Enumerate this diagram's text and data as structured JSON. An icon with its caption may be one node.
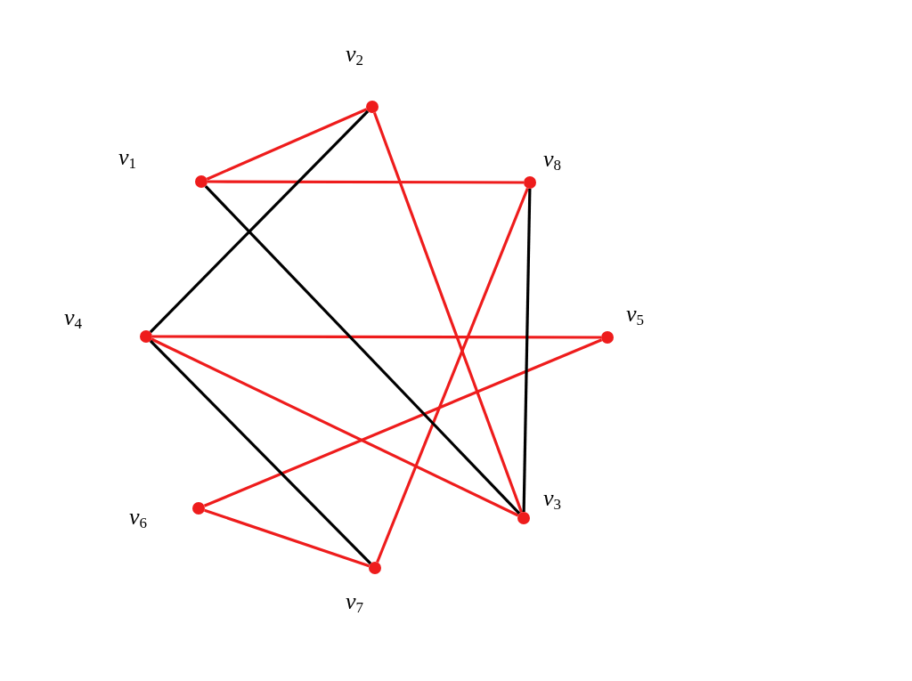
{
  "diagram": {
    "nodes": [
      {
        "text": [],
        "shape": "circle",
        "beside": [
          "*v*$_{2}$"
        ]
      },
      {
        "text": [],
        "shape": "circle",
        "beside": [
          "*v*$_{1}$"
        ]
      },
      {
        "text": [],
        "shape": "circle",
        "beside": [
          "*v*$_{8}$"
        ]
      },
      {
        "text": [],
        "shape": "circle",
        "beside": [
          "*v*$_{4}$"
        ]
      },
      {
        "text": [],
        "shape": "circle",
        "beside": [
          "*v*$_{5}$"
        ]
      },
      {
        "text": [],
        "shape": "circle",
        "beside": [
          "*v*$_{6}$"
        ]
      },
      {
        "text": [],
        "shape": "circle",
        "beside": [
          "*v*$_{3}$"
        ]
      },
      {
        "text": [],
        "shape": "circle",
        "beside": [
          "*v*$_{7}$"
        ]
      }
    ],
    "edges": [
      {
        "from": 1,
        "to": 0,
        "arrow": "none"
      },
      {
        "from": 1,
        "to": 2,
        "arrow": "none"
      },
      {
        "from": 0,
        "to": 6,
        "arrow": "none"
      },
      {
        "from": 2,
        "to": 7,
        "arrow": "none"
      },
      {
        "from": 3,
        "to": 4,
        "arrow": "none"
      },
      {
        "from": 3,
        "to": 6,
        "arrow": "none"
      },
      {
        "from": 4,
        "to": 5,
        "arrow": "none"
      },
      {
        "from": 5,
        "to": 7,
        "arrow": "none"
      },
      {
        "from": 0,
        "to": 3,
        "arrow": "none",
        "color": "#000000"
      },
      {
        "from": 1,
        "to": 6,
        "arrow": "none",
        "color": "#000000"
      },
      {
        "from": 2,
        "to": 6,
        "arrow": "none",
        "color": "#000000"
      },
      {
        "from": 3,
        "to": 7,
        "arrow": "none",
        "color": "#000000"
      }
    ]
  }
}
